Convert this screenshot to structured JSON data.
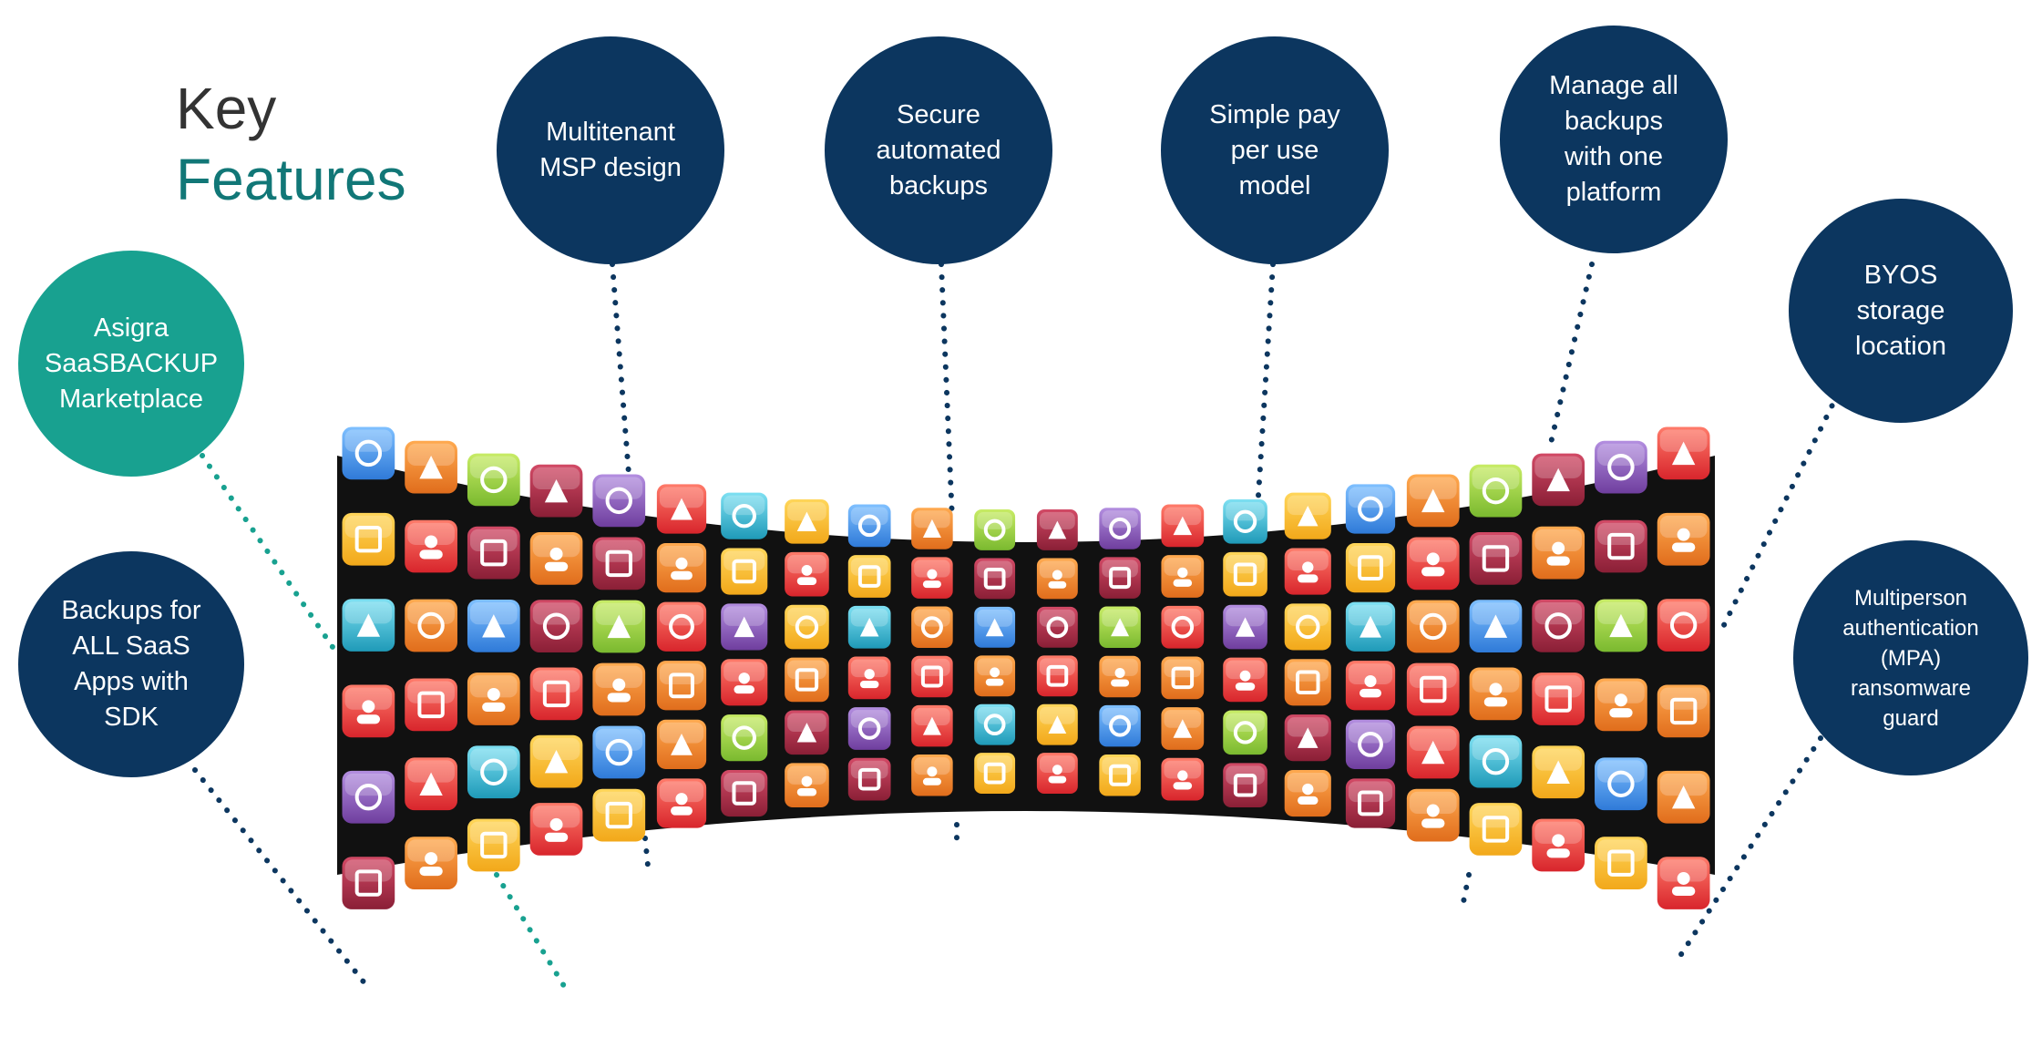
{
  "title": {
    "line1": "Key",
    "line2": "Features"
  },
  "colors": {
    "navy": "#0c365f",
    "teal": "#18a190",
    "title_dark": "#333333",
    "title_teal": "#117777"
  },
  "features": [
    {
      "id": "multitenant",
      "lines": [
        "Multitenant",
        "MSP design"
      ],
      "color": "navy"
    },
    {
      "id": "secure",
      "lines": [
        "Secure",
        "automated",
        "backups"
      ],
      "color": "navy"
    },
    {
      "id": "paygo",
      "lines": [
        "Simple pay",
        "per use",
        "model"
      ],
      "color": "navy"
    },
    {
      "id": "manage",
      "lines": [
        "Manage all",
        "backups",
        "with one",
        "platform"
      ],
      "color": "navy"
    },
    {
      "id": "byos",
      "lines": [
        "BYOS",
        "storage",
        "location"
      ],
      "color": "navy"
    },
    {
      "id": "marketplace",
      "lines": [
        "Asigra",
        "SaaSBACKUP",
        "Marketplace"
      ],
      "color": "teal"
    },
    {
      "id": "sdk",
      "lines": [
        "Backups for",
        "ALL SaaS",
        "Apps with",
        "SDK"
      ],
      "color": "navy"
    },
    {
      "id": "mpa",
      "lines": [
        "Multiperson",
        "authentication",
        "(MPA)",
        "ransomware",
        "guard"
      ],
      "color": "navy"
    }
  ],
  "app_icons": [
    "user-icon",
    "dining-icon",
    "at-icon",
    "bird-icon",
    "music-icon",
    "bag-icon",
    "book-icon",
    "chat-icon",
    "frame-icon",
    "rss-icon",
    "film-icon",
    "eye-icon",
    "cards-icon",
    "phone-icon",
    "thumbs-up-icon",
    "mail-icon",
    "controller-icon",
    "video-icon",
    "cart-icon",
    "globe-icon",
    "masks-icon",
    "headphones-icon",
    "link-icon",
    "star-icon",
    "pin-icon",
    "heart-icon"
  ]
}
